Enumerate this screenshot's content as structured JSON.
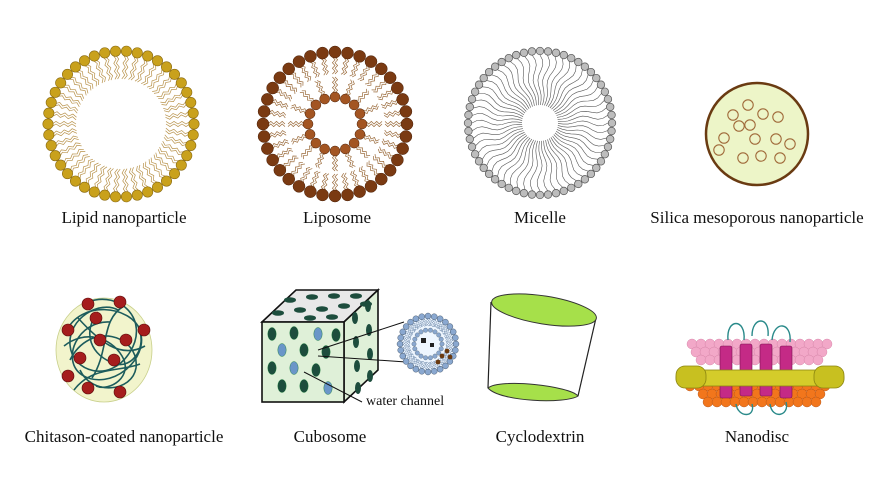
{
  "labels": {
    "lipid": "Lipid nanoparticle",
    "liposome": "Liposome",
    "micelle": "Micelle",
    "silica": "Silica mesoporous nanoparticle",
    "chitosan": "Chitason-coated nanoparticle",
    "cubosome": "Cubosome",
    "cyclodextrin": "Cyclodextrin",
    "nanodisc": "Nanodisc"
  },
  "annotations": {
    "water_channel": "water channel"
  },
  "colors": {
    "lipid_head": "#c9a11c",
    "lipid_tail": "#b8924a",
    "liposome_head": "#7a3a12",
    "micelle_head": "#bdbdbd",
    "silica_fill": "#edf5c8",
    "silica_border": "#6a3b12",
    "pore_ring": "#a06a3a",
    "chitosan_bg": "#f2f4cc",
    "chitosan_strand": "#1d5c5c",
    "chitosan_node": "#a51d1d",
    "cubo_face": "#dff0d8",
    "cubo_top": "#e8e8e8",
    "cubo_hole": "#1d4d3d",
    "cubo_blue": "#6a96c8",
    "cyclodextrin_green": "#a6e04a",
    "nanodisc_pink": "#f2a8c8",
    "nanodisc_yellow": "#d4cc2a",
    "nanodisc_orange": "#f2761c",
    "nanodisc_magenta": "#c42a86"
  }
}
